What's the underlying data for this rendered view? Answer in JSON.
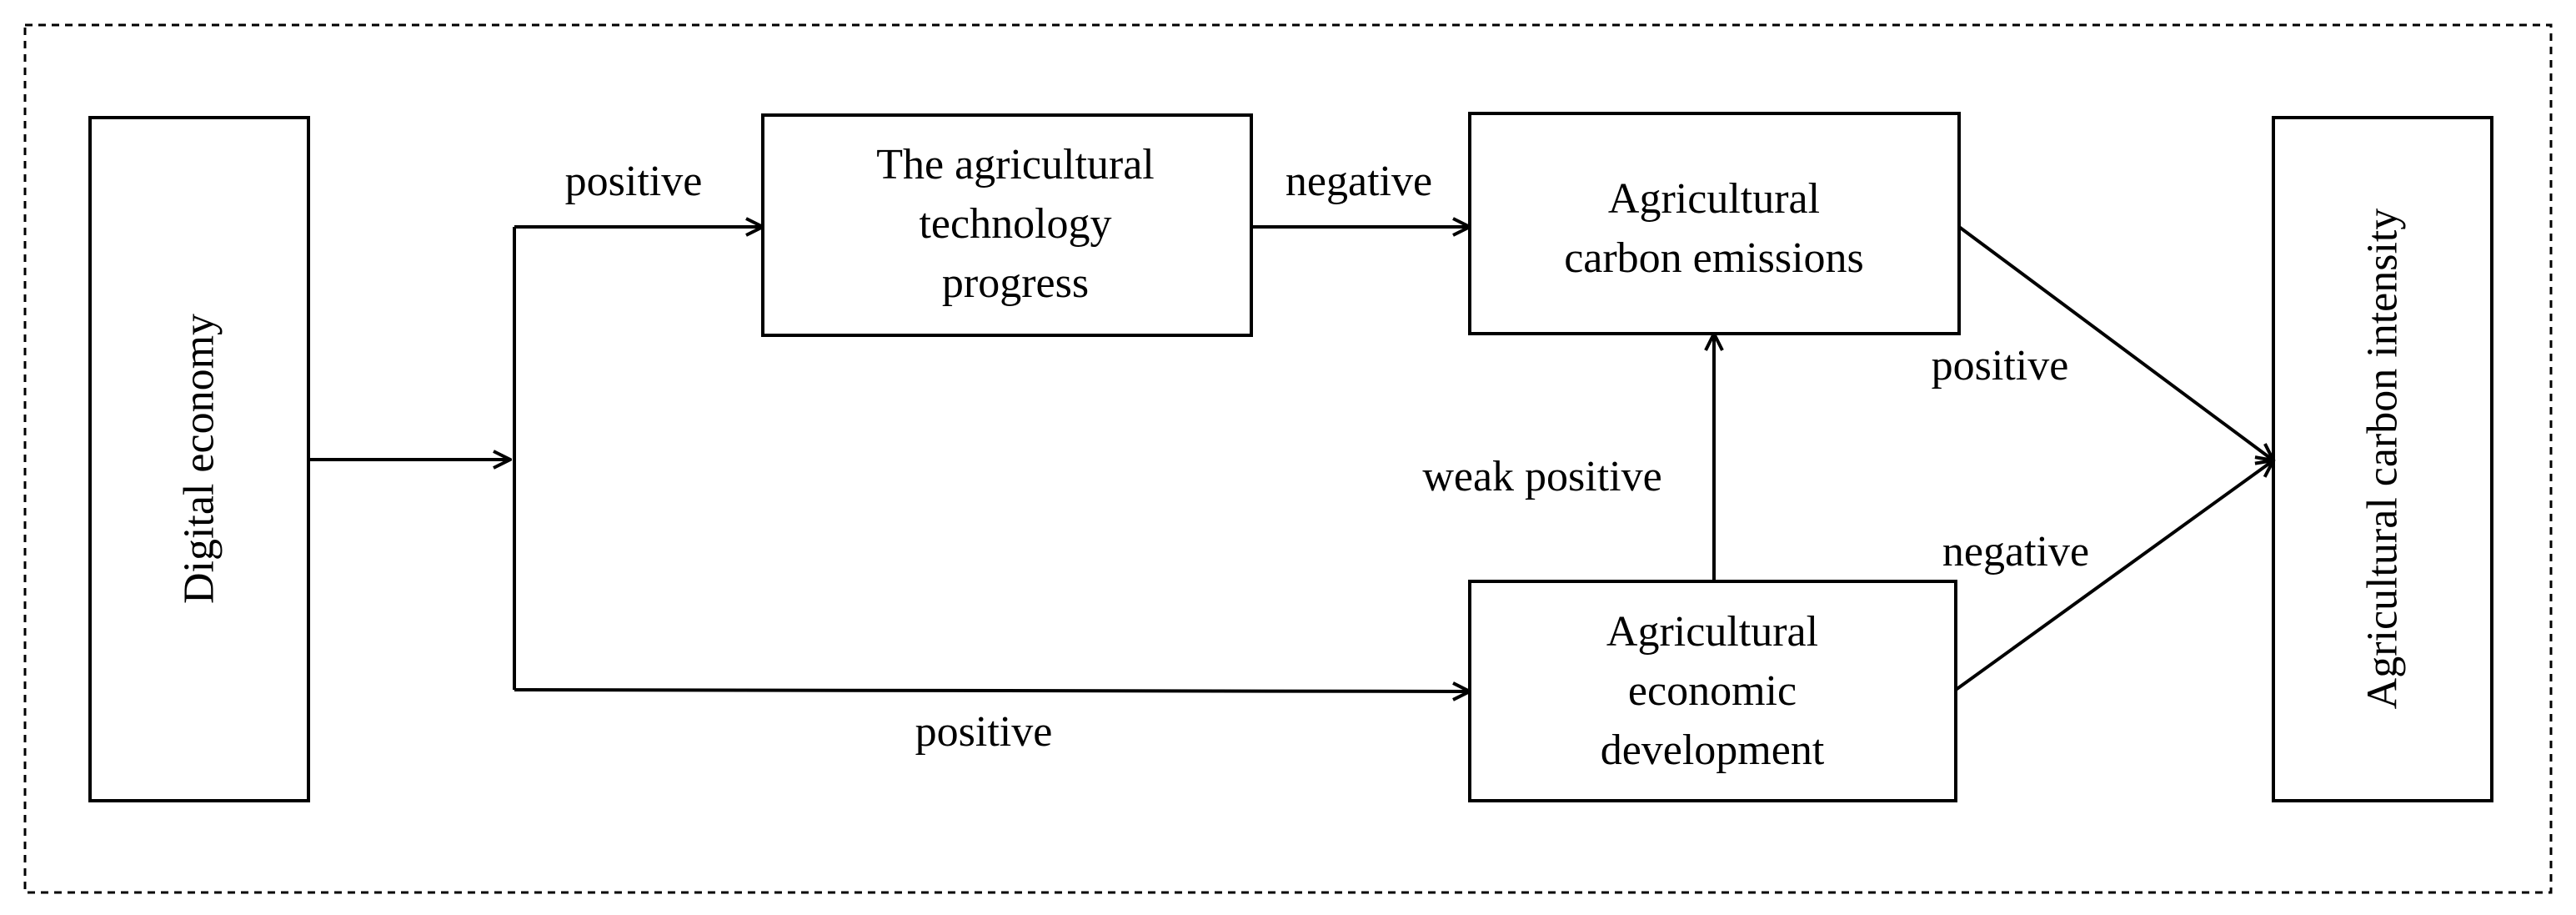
{
  "nodes": {
    "digital_economy": "Digital economy",
    "tech_progress": [
      "The agricultural",
      "technology",
      "progress"
    ],
    "carbon_emissions": [
      "Agricultural",
      "carbon emissions"
    ],
    "econ_development": [
      "Agricultural",
      "economic",
      "development"
    ],
    "carbon_intensity": "Agricultural carbon intensity"
  },
  "edge_labels": {
    "to_tech": "positive",
    "tech_to_emissions": "negative",
    "dev_to_emissions": "weak positive",
    "emissions_to_intensity": "positive",
    "dev_to_intensity": "negative",
    "to_development": "positive"
  }
}
